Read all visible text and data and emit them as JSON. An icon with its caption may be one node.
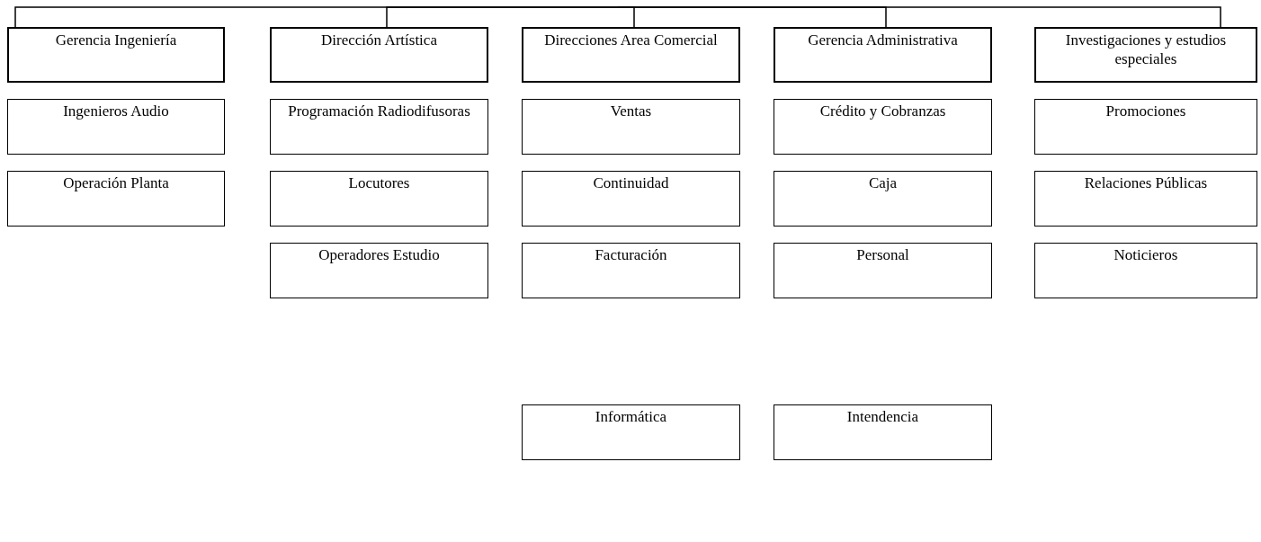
{
  "diagram": {
    "nodes": [
      {
        "text": [
          "Gerencia Ingeniería"
        ]
      },
      {
        "text": [
          "Dirección Artística"
        ]
      },
      {
        "text": [
          "Direcciones Area Comercial"
        ]
      },
      {
        "text": [
          "Gerencia Administrativa"
        ]
      },
      {
        "text": [
          "Investigaciones y estudios especiales"
        ]
      },
      {
        "text": [
          "Ingenieros Audio"
        ]
      },
      {
        "text": [
          "Programación Radiodifusoras"
        ]
      },
      {
        "text": [
          "Ventas"
        ]
      },
      {
        "text": [
          "Crédito y Cobranzas"
        ]
      },
      {
        "text": [
          "Promociones"
        ]
      },
      {
        "text": [
          "Operación Planta"
        ]
      },
      {
        "text": [
          "Locutores"
        ]
      },
      {
        "text": [
          "Continuidad"
        ]
      },
      {
        "text": [
          "Caja"
        ]
      },
      {
        "text": [
          "Relaciones Públicas"
        ]
      },
      {
        "text": [
          "Operadores Estudio"
        ]
      },
      {
        "text": [
          "Facturación"
        ]
      },
      {
        "text": [
          "Personal"
        ]
      },
      {
        "text": [
          "Noticieros"
        ]
      },
      {
        "text": [
          "Informática"
        ]
      },
      {
        "text": [
          "Intendencia"
        ]
      }
    ],
    "edges": [
      {
        "from": null,
        "to": 0,
        "arrow": "none"
      },
      {
        "from": null,
        "to": 1,
        "arrow": "none"
      },
      {
        "from": null,
        "to": 2,
        "arrow": "none"
      },
      {
        "from": null,
        "to": 3,
        "arrow": "none"
      },
      {
        "from": null,
        "to": 4,
        "arrow": "none"
      }
    ]
  }
}
